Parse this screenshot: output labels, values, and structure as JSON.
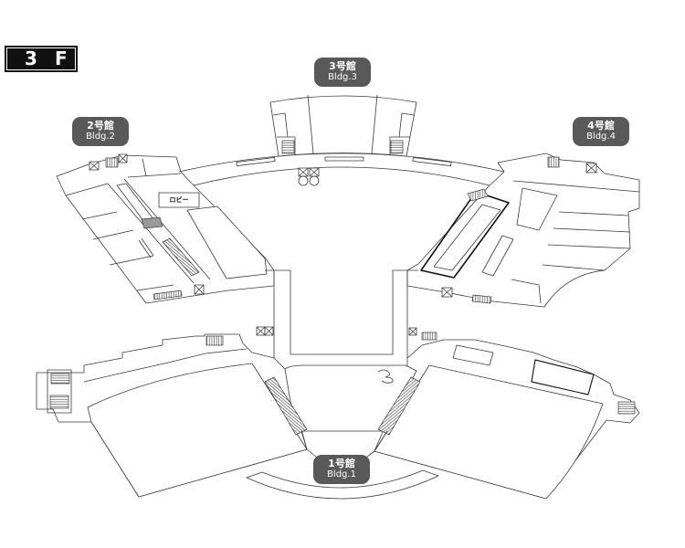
{
  "floor": {
    "number": "3",
    "letter": "F"
  },
  "buildings": {
    "bldg1": {
      "ja": "1号館",
      "en": "Bldg.1"
    },
    "bldg2": {
      "ja": "2号館",
      "en": "Bldg.2"
    },
    "bldg3": {
      "ja": "3号館",
      "en": "Bldg.3"
    },
    "bldg4": {
      "ja": "4号館",
      "en": "Bldg.4"
    }
  },
  "rooms": {
    "lobby": "ロビー"
  },
  "colors": {
    "floor_badge": "#111111",
    "building_label": "#595959",
    "wall_line": "#3a3a3a",
    "shaded_area": "#9a9a9a"
  }
}
